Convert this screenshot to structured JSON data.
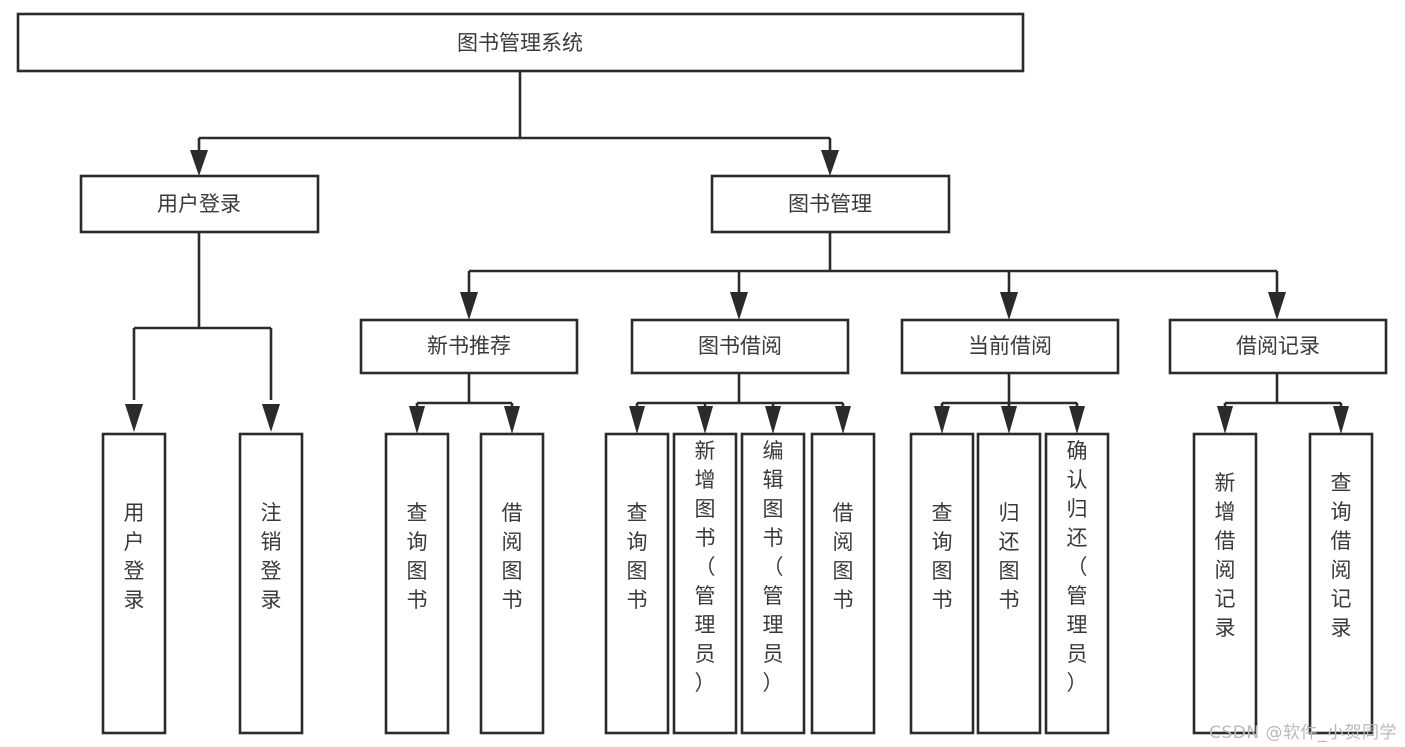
{
  "diagram": {
    "type": "tree",
    "title": "图书管理系统",
    "watermark": "CSDN @软件_小贺同学",
    "colors": {
      "box_border": "#2b2b2b",
      "box_fill": "#ffffff",
      "text": "#3a3a3a",
      "connector": "#2b2b2b",
      "background": "#ffffff",
      "watermark": "#b9b9b9"
    },
    "root": {
      "label": "图书管理系统"
    },
    "level1": [
      {
        "label": "用户登录"
      },
      {
        "label": "图书管理"
      }
    ],
    "level2": [
      {
        "label": "新书推荐"
      },
      {
        "label": "图书借阅"
      },
      {
        "label": "当前借阅"
      },
      {
        "label": "借阅记录"
      }
    ],
    "leaves": {
      "user_login": [
        {
          "label": "用户登录"
        },
        {
          "label": "注销登录"
        }
      ],
      "new_book_recommend": [
        {
          "label": "查询图书"
        },
        {
          "label": "借阅图书"
        }
      ],
      "book_borrow": [
        {
          "label": "查询图书"
        },
        {
          "label": "新增图书（管理员）"
        },
        {
          "label": "编辑图书（管理员）"
        },
        {
          "label": "借阅图书"
        }
      ],
      "current_borrow": [
        {
          "label": "查询图书"
        },
        {
          "label": "归还图书"
        },
        {
          "label": "确认归还（管理员）"
        }
      ],
      "borrow_record": [
        {
          "label": "新增借阅记录"
        },
        {
          "label": "查询借阅记录"
        }
      ]
    }
  },
  "chart_data": {
    "type": "tree",
    "title": "图书管理系统",
    "nodes": [
      {
        "id": "root",
        "label": "图书管理系统",
        "level": 0,
        "parent": null
      },
      {
        "id": "n1",
        "label": "用户登录",
        "level": 1,
        "parent": "root"
      },
      {
        "id": "n2",
        "label": "图书管理",
        "level": 1,
        "parent": "root"
      },
      {
        "id": "n1a",
        "label": "用户登录",
        "level": 2,
        "parent": "n1"
      },
      {
        "id": "n1b",
        "label": "注销登录",
        "level": 2,
        "parent": "n1"
      },
      {
        "id": "n2a",
        "label": "新书推荐",
        "level": 2,
        "parent": "n2"
      },
      {
        "id": "n2b",
        "label": "图书借阅",
        "level": 2,
        "parent": "n2"
      },
      {
        "id": "n2c",
        "label": "当前借阅",
        "level": 2,
        "parent": "n2"
      },
      {
        "id": "n2d",
        "label": "借阅记录",
        "level": 2,
        "parent": "n2"
      },
      {
        "id": "n2a1",
        "label": "查询图书",
        "level": 3,
        "parent": "n2a"
      },
      {
        "id": "n2a2",
        "label": "借阅图书",
        "level": 3,
        "parent": "n2a"
      },
      {
        "id": "n2b1",
        "label": "查询图书",
        "level": 3,
        "parent": "n2b"
      },
      {
        "id": "n2b2",
        "label": "新增图书（管理员）",
        "level": 3,
        "parent": "n2b"
      },
      {
        "id": "n2b3",
        "label": "编辑图书（管理员）",
        "level": 3,
        "parent": "n2b"
      },
      {
        "id": "n2b4",
        "label": "借阅图书",
        "level": 3,
        "parent": "n2b"
      },
      {
        "id": "n2c1",
        "label": "查询图书",
        "level": 3,
        "parent": "n2c"
      },
      {
        "id": "n2c2",
        "label": "归还图书",
        "level": 3,
        "parent": "n2c"
      },
      {
        "id": "n2c3",
        "label": "确认归还（管理员）",
        "level": 3,
        "parent": "n2c"
      },
      {
        "id": "n2d1",
        "label": "新增借阅记录",
        "level": 3,
        "parent": "n2d"
      },
      {
        "id": "n2d2",
        "label": "查询借阅记录",
        "level": 3,
        "parent": "n2d"
      }
    ]
  }
}
